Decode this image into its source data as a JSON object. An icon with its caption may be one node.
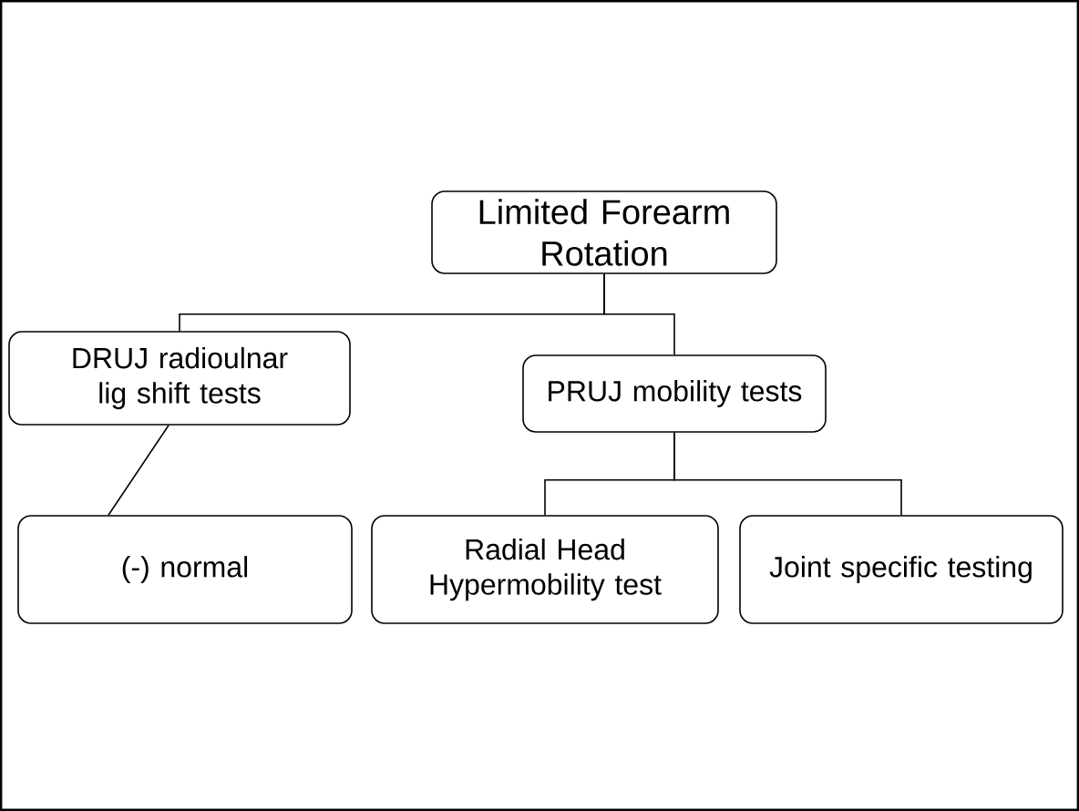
{
  "diagram": {
    "nodes": [
      {
        "text": [
          "Limited Forearm Rotation"
        ]
      },
      {
        "text": [
          "DRUJ radioulnar lig shift tests"
        ]
      },
      {
        "text": [
          "PRUJ mobility tests"
        ]
      },
      {
        "text": [
          "(-) normal"
        ]
      },
      {
        "text": [
          "Radial Head Hypermobility test"
        ]
      },
      {
        "text": [
          "Joint specific testing"
        ]
      }
    ],
    "edges": [
      {
        "from": 0,
        "to": 1,
        "arrow": "none"
      },
      {
        "from": 0,
        "to": 2,
        "arrow": "none"
      },
      {
        "from": 1,
        "to": 3,
        "arrow": "none"
      },
      {
        "from": 2,
        "to": 4,
        "arrow": "none"
      },
      {
        "from": 2,
        "to": 5,
        "arrow": "none"
      }
    ]
  }
}
